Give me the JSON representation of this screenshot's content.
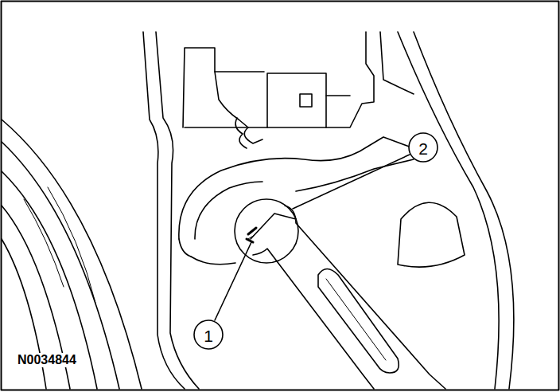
{
  "diagram": {
    "labels": [
      "1",
      "2",
      "N0034844"
    ]
  }
}
